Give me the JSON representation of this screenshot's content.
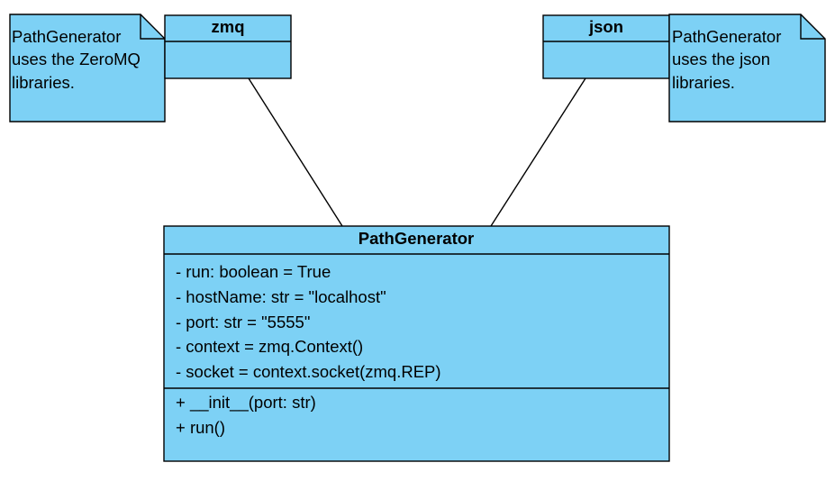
{
  "colors": {
    "fill": "#7dd1f5",
    "stroke": "#000000"
  },
  "packages": {
    "zmq": {
      "name": "zmq"
    },
    "json": {
      "name": "json"
    }
  },
  "notes": {
    "zmq": {
      "lines": [
        "PathGenerator",
        "uses the ZeroMQ",
        "libraries."
      ]
    },
    "json": {
      "lines": [
        "PathGenerator",
        "uses the json",
        "libraries."
      ]
    }
  },
  "class": {
    "name": "PathGenerator",
    "attributes": [
      "- run: boolean = True",
      "- hostName: str = \"localhost\"",
      "- port: str = \"5555\"",
      "- context = zmq.Context()",
      "- socket = context.socket(zmq.REP)"
    ],
    "methods": [
      "+ __init__(port: str)",
      "+ run()"
    ]
  }
}
